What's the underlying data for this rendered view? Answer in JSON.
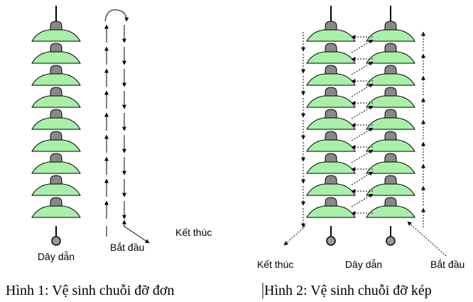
{
  "figure1": {
    "caption": "Hình 1: Vệ sinh chuỗi đỡ đơn",
    "conductor_label": "Dây dẫn",
    "start_label": "Bắt đầu",
    "end_label": "Kết thúc",
    "insulator_count": 9
  },
  "figure2": {
    "caption": "Hình 2: Vệ sinh chuỗi đỡ kép",
    "conductor_label": "Dây dẫn",
    "start_label": "Bắt đầu",
    "end_label": "Kết thúc",
    "insulator_count_per_string": 9
  },
  "colors": {
    "insulator_skirt": "#a8f0a8",
    "insulator_cap": "#888888",
    "conductor_ball": "#999999",
    "line": "#000000"
  }
}
